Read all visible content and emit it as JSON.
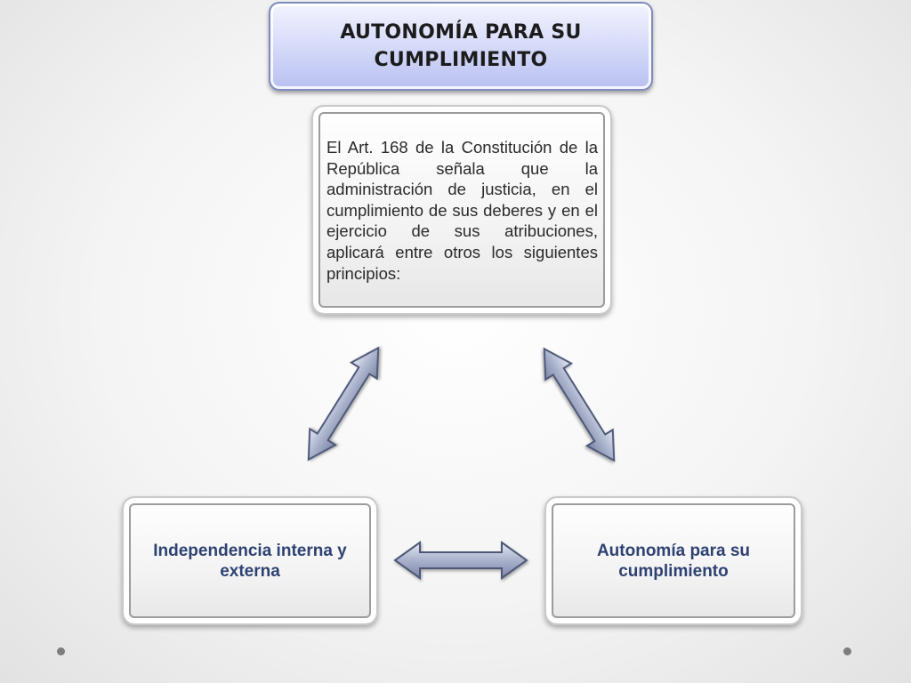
{
  "title": {
    "line1": "AUTONOMÍA PARA SU",
    "line2": "CUMPLIMIENTO"
  },
  "top_box": {
    "text": "El Art. 168  de la Constitución de la República señala que la administración de justicia, en el cumplimiento de sus deberes y en el ejercicio de sus atribuciones, aplicará entre otros los siguientes principios:"
  },
  "left_box": {
    "label": "Independencia interna y externa"
  },
  "right_box": {
    "label": "Autonomía para su cumplimiento"
  },
  "colors": {
    "title_fill": "#d3d8f8",
    "arrow_fill": "#a8b0cc",
    "label_text": "#2e4272"
  }
}
